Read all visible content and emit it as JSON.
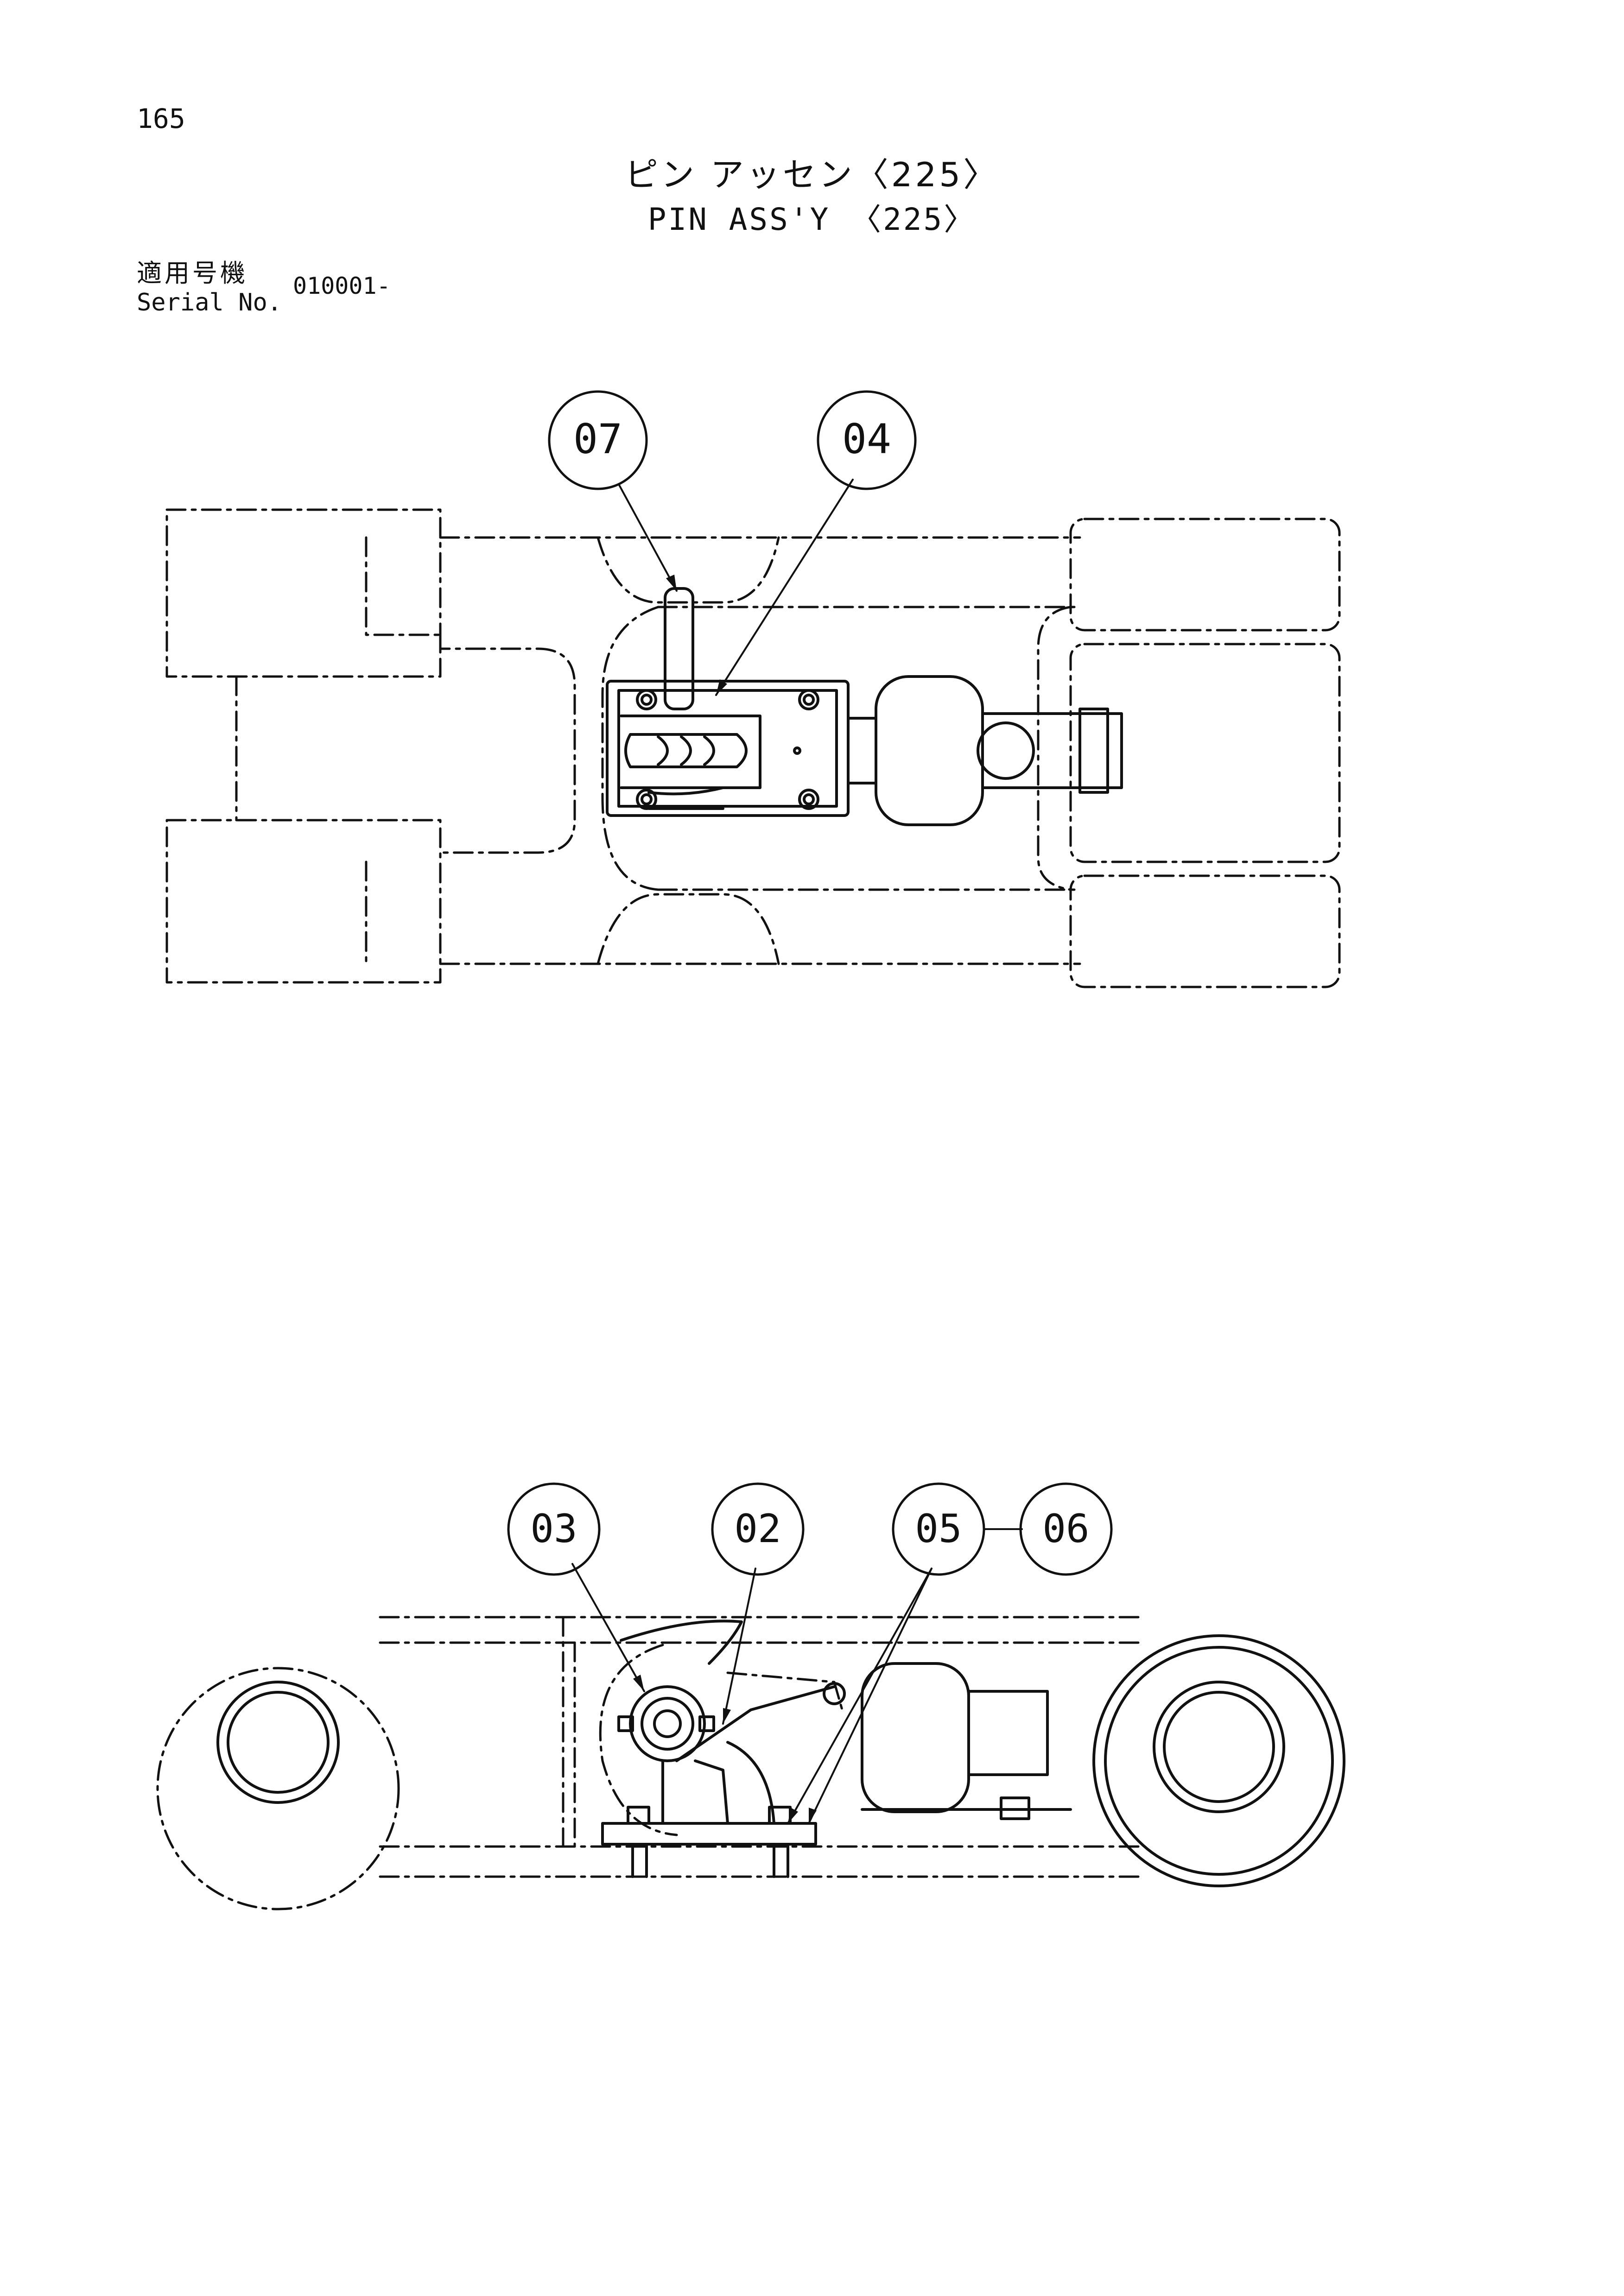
{
  "header": {
    "page_number": "165",
    "title_jp": "ピン アッセン〈225〉",
    "title_en": "PIN ASS'Y 〈225〉",
    "serial_label_jp": "適用号機",
    "serial_label_en": "Serial No.",
    "serial_value": "010001-"
  },
  "callouts": {
    "top_view": [
      "07",
      "04"
    ],
    "side_view": [
      "03",
      "02",
      "05",
      "06"
    ]
  },
  "colors": {
    "ink": "#111111",
    "paper": "#ffffff"
  }
}
